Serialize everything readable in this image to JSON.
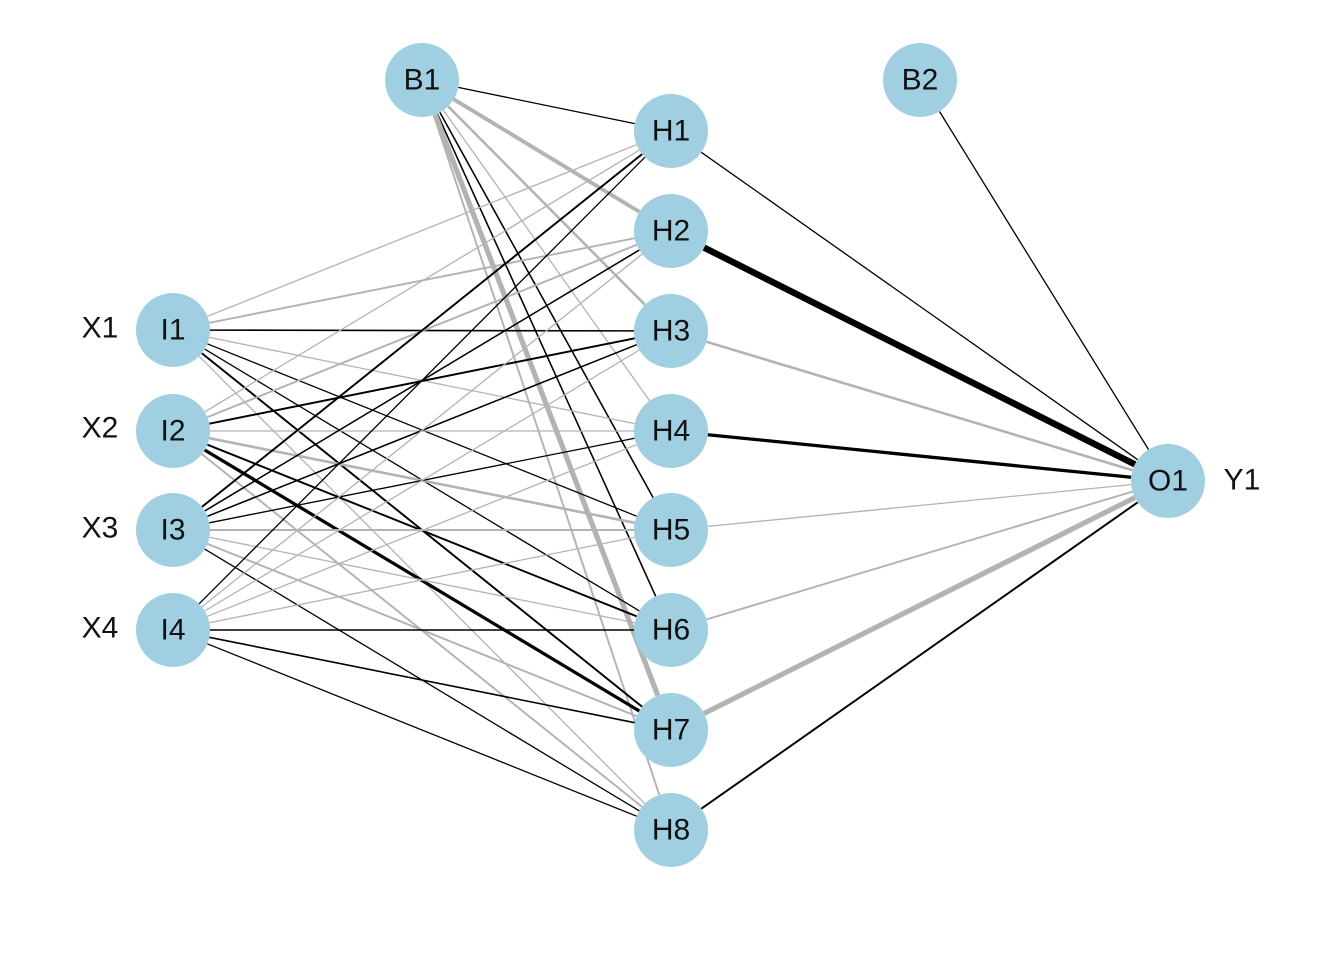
{
  "colors": {
    "node": "#9fcfe0",
    "positive": "#000000",
    "negative": "#b3b3b3",
    "text": "#111111"
  },
  "nodes": [
    {
      "id": "I1",
      "label": "I1"
    },
    {
      "id": "I2",
      "label": "I2"
    },
    {
      "id": "I3",
      "label": "I3"
    },
    {
      "id": "I4",
      "label": "I4"
    },
    {
      "id": "B1",
      "label": "B1"
    },
    {
      "id": "H1",
      "label": "H1"
    },
    {
      "id": "H2",
      "label": "H2"
    },
    {
      "id": "H3",
      "label": "H3"
    },
    {
      "id": "H4",
      "label": "H4"
    },
    {
      "id": "H5",
      "label": "H5"
    },
    {
      "id": "H6",
      "label": "H6"
    },
    {
      "id": "H7",
      "label": "H7"
    },
    {
      "id": "H8",
      "label": "H8"
    },
    {
      "id": "B2",
      "label": "B2"
    },
    {
      "id": "O1",
      "label": "O1"
    }
  ],
  "input_vars": [
    "X1",
    "X2",
    "X3",
    "X4"
  ],
  "output_vars": [
    "Y1"
  ],
  "edges": [
    {
      "from": "B1",
      "to": "H1",
      "sign": "pos",
      "weight": 1
    },
    {
      "from": "B1",
      "to": "H2",
      "sign": "neg",
      "weight": 3
    },
    {
      "from": "B1",
      "to": "H3",
      "sign": "neg",
      "weight": 2
    },
    {
      "from": "B1",
      "to": "H4",
      "sign": "neg",
      "weight": 1
    },
    {
      "from": "B1",
      "to": "H5",
      "sign": "pos",
      "weight": 1.2
    },
    {
      "from": "B1",
      "to": "H6",
      "sign": "pos",
      "weight": 1.2
    },
    {
      "from": "B1",
      "to": "H7",
      "sign": "neg",
      "weight": 4
    },
    {
      "from": "B1",
      "to": "H8",
      "sign": "neg",
      "weight": 1.5
    },
    {
      "from": "I1",
      "to": "H1",
      "sign": "neg",
      "weight": 1
    },
    {
      "from": "I1",
      "to": "H2",
      "sign": "neg",
      "weight": 1.5
    },
    {
      "from": "I1",
      "to": "H3",
      "sign": "pos",
      "weight": 1.2
    },
    {
      "from": "I1",
      "to": "H4",
      "sign": "neg",
      "weight": 1
    },
    {
      "from": "I1",
      "to": "H5",
      "sign": "pos",
      "weight": 1
    },
    {
      "from": "I1",
      "to": "H6",
      "sign": "pos",
      "weight": 1
    },
    {
      "from": "I1",
      "to": "H7",
      "sign": "pos",
      "weight": 1.5
    },
    {
      "from": "I1",
      "to": "H8",
      "sign": "neg",
      "weight": 1
    },
    {
      "from": "I2",
      "to": "H1",
      "sign": "neg",
      "weight": 1
    },
    {
      "from": "I2",
      "to": "H2",
      "sign": "neg",
      "weight": 1.5
    },
    {
      "from": "I2",
      "to": "H3",
      "sign": "pos",
      "weight": 1.5
    },
    {
      "from": "I2",
      "to": "H4",
      "sign": "neg",
      "weight": 1
    },
    {
      "from": "I2",
      "to": "H5",
      "sign": "neg",
      "weight": 2
    },
    {
      "from": "I2",
      "to": "H6",
      "sign": "pos",
      "weight": 1.5
    },
    {
      "from": "I2",
      "to": "H7",
      "sign": "pos",
      "weight": 2.5
    },
    {
      "from": "I2",
      "to": "H8",
      "sign": "neg",
      "weight": 1.5
    },
    {
      "from": "I3",
      "to": "H1",
      "sign": "pos",
      "weight": 1.5
    },
    {
      "from": "I3",
      "to": "H2",
      "sign": "pos",
      "weight": 1.2
    },
    {
      "from": "I3",
      "to": "H3",
      "sign": "pos",
      "weight": 1.2
    },
    {
      "from": "I3",
      "to": "H4",
      "sign": "pos",
      "weight": 1
    },
    {
      "from": "I3",
      "to": "H5",
      "sign": "neg",
      "weight": 1.5
    },
    {
      "from": "I3",
      "to": "H6",
      "sign": "neg",
      "weight": 1
    },
    {
      "from": "I3",
      "to": "H7",
      "sign": "neg",
      "weight": 1.5
    },
    {
      "from": "I3",
      "to": "H8",
      "sign": "pos",
      "weight": 1
    },
    {
      "from": "I4",
      "to": "H1",
      "sign": "pos",
      "weight": 1
    },
    {
      "from": "I4",
      "to": "H2",
      "sign": "neg",
      "weight": 1
    },
    {
      "from": "I4",
      "to": "H3",
      "sign": "neg",
      "weight": 1
    },
    {
      "from": "I4",
      "to": "H4",
      "sign": "neg",
      "weight": 1
    },
    {
      "from": "I4",
      "to": "H5",
      "sign": "neg",
      "weight": 1
    },
    {
      "from": "I4",
      "to": "H6",
      "sign": "pos",
      "weight": 1.2
    },
    {
      "from": "I4",
      "to": "H7",
      "sign": "pos",
      "weight": 1.2
    },
    {
      "from": "I4",
      "to": "H8",
      "sign": "pos",
      "weight": 1
    },
    {
      "from": "B2",
      "to": "O1",
      "sign": "pos",
      "weight": 1
    },
    {
      "from": "H1",
      "to": "O1",
      "sign": "pos",
      "weight": 1
    },
    {
      "from": "H2",
      "to": "O1",
      "sign": "pos",
      "weight": 5
    },
    {
      "from": "H3",
      "to": "O1",
      "sign": "neg",
      "weight": 2
    },
    {
      "from": "H4",
      "to": "O1",
      "sign": "pos",
      "weight": 2.5
    },
    {
      "from": "H5",
      "to": "O1",
      "sign": "neg",
      "weight": 1
    },
    {
      "from": "H6",
      "to": "O1",
      "sign": "neg",
      "weight": 1.5
    },
    {
      "from": "H7",
      "to": "O1",
      "sign": "neg",
      "weight": 4
    },
    {
      "from": "H8",
      "to": "O1",
      "sign": "pos",
      "weight": 1.5
    }
  ]
}
